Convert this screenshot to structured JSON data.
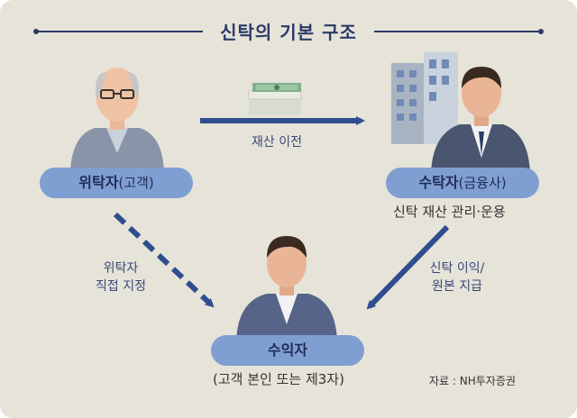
{
  "title": "신탁의 기본 구조",
  "entrustor": {
    "name": "위탁자",
    "sub": "(고객)"
  },
  "trustee": {
    "name": "수탁자",
    "sub": "(금융사)",
    "desc": "신탁 재산 관리·운용"
  },
  "beneficiary": {
    "name": "수익자",
    "desc": "(고객 본인 또는 제3자)"
  },
  "arrows": {
    "transfer": "재산 이전",
    "designate_l1": "위탁자",
    "designate_l2": "직접 지정",
    "payout_l1": "신탁 이익/",
    "payout_l2": "원본 지급"
  },
  "source": "자료 : NH투자증권",
  "colors": {
    "navy": "#2b3a66",
    "pill": "#7f9fd2",
    "arrow": "#2f4d8f",
    "background": "#e6e3d9"
  },
  "icons": [
    "old-man-icon",
    "money-bundle-icon",
    "building-icon",
    "businessman-icon",
    "beneficiary-man-icon"
  ]
}
